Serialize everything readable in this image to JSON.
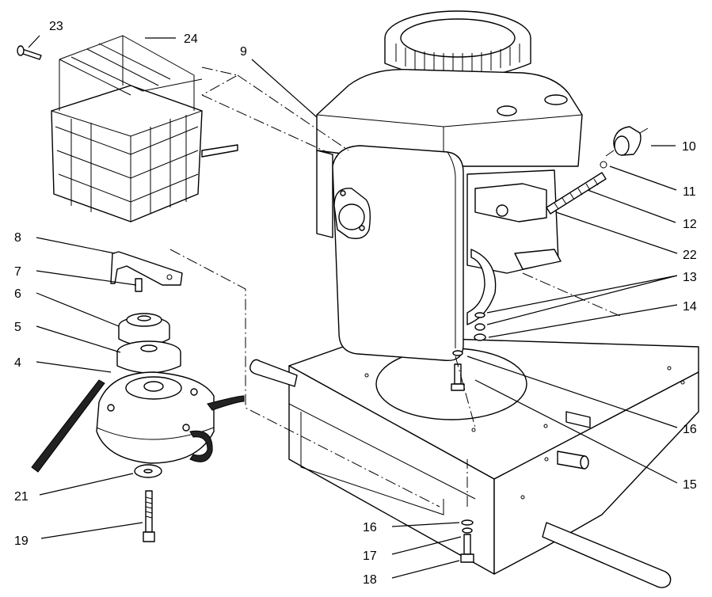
{
  "callouts": {
    "c23": "23",
    "c24": "24",
    "c9": "9",
    "c10": "10",
    "c11": "11",
    "c12": "12",
    "c22": "22",
    "c13": "13",
    "c14": "14",
    "c8": "8",
    "c7": "7",
    "c6": "6",
    "c5": "5",
    "c4": "4",
    "c16a": "16",
    "c15": "15",
    "c21": "21",
    "c19": "19",
    "c16b": "16",
    "c17": "17",
    "c18": "18"
  }
}
